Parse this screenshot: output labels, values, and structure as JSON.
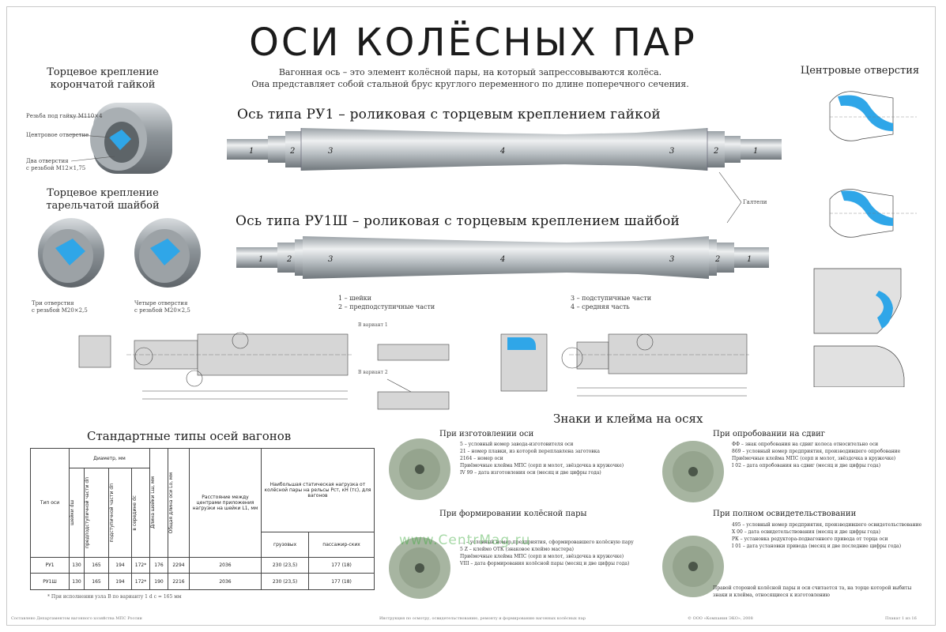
{
  "title": "ОСИ КОЛЁСНЫХ ПАР",
  "intro": {
    "line1": "Вагонная ось – это элемент колёсной пары, на который запрессовываются колёса.",
    "line2": "Она представляет собой стальной брус круглого переменного по длине поперечного сечения."
  },
  "left_top": {
    "heading1": "Торцевое крепление",
    "heading2": "корончатой гайкой",
    "callout1": "Резьба под гайку М110×4",
    "callout2": "Центровое отверстие",
    "callout3a": "Два отверстия",
    "callout3b": "с резьбой М12×1,75"
  },
  "left_mid": {
    "heading1": "Торцевое крепление",
    "heading2": "тарельчатой шайбой",
    "left_caption_a": "Три отверстия",
    "left_caption_b": "с резьбой М20×2,5",
    "right_caption_a": "Четыре отверстия",
    "right_caption_b": "с резьбой М20×2,5"
  },
  "axis1": {
    "title": "Ось типа РУ1 – роликовая с торцевым креплением гайкой"
  },
  "axis2": {
    "title": "Ось типа РУ1Ш – роликовая с торцевым креплением шайбой"
  },
  "shaft_parts": {
    "p1": "1",
    "p2": "2",
    "p3": "3",
    "p4": "4"
  },
  "galteli": "Галтели",
  "centers": {
    "heading": "Центровые отверстия"
  },
  "legend": {
    "l1": "1 – шейки",
    "l2": "2 – предподступичные части",
    "l3": "3 – подступичные части",
    "l4": "4 – средняя часть"
  },
  "variants": {
    "v1": "В вариант 1",
    "v2": "В вариант 2"
  },
  "marks": {
    "heading": "Знаки и клейма на осях",
    "manufacture": {
      "title": "При изготовлении оси",
      "items": [
        "5 – условный номер завода-изготовителя оси",
        "21 – номер плавки, из которой переплавлена заготовка",
        "2164 – номер оси",
        "Приёмочные клейма МПС (серп и молот, звёздочка в кружочке)",
        "IV 99 – дата изготовления оси (месяц и две цифры года)"
      ]
    },
    "forming": {
      "title": "При формировании колёсной пары",
      "items": [
        "… – условный номер предприятия, сформировавшего колёсную пару",
        "5 Z – клеймо ОТК (знаковое клеймо мастера)",
        "Приёмочные клейма МПС (серп и молот, звёздочка в кружочке)",
        "VIII – дата формирования колёсной пары (месяц и две цифры года)"
      ]
    },
    "check": {
      "title": "При опробовании на сдвиг",
      "items": [
        "ФФ – знак опробования на сдвиг колеса относительно оси",
        "869 – условный номер предприятия, производившего опробование",
        "Приёмочные клейма МПС (серп и молот, звёздочка в кружочке)",
        "I 02 – дата опробования на сдвиг (месяц и две цифры года)"
      ]
    },
    "full": {
      "title": "При полном освидетельствовании",
      "items": [
        "495 – условный номер предприятия, производившего освидетельствование",
        "X 00 – дата освидетельствования (месяц и две цифры года)",
        "РК – установка редуктора-подвагонного привода от торца оси",
        "I 01 – дата установки привода (месяц и две последние цифры года)"
      ],
      "note": "Правой стороной колёсной пары и оси считается та, на торце которой выбиты знаки и клейма, относящиеся к изготовлению"
    }
  },
  "table": {
    "heading": "Стандартные типы осей вагонов",
    "h_type": "Тип оси",
    "h_diam": "Диаметр, мм",
    "h_neck": "шейки dш",
    "h_pre": "предподступичной части dп",
    "h_sub": "подступичной части dп",
    "h_mid": "в середине dс",
    "h_len": "Длина шейки Lш, мм",
    "h_total": "Общая длина оси Lо, мм",
    "h_dist": "Расстояние между центрами приложения нагрузки на шейки L1, мм",
    "h_load": "Наибольшая статическая нагрузка от колёсной пары на рельсы Рст, кН (тс), для вагонов",
    "h_cargo": "грузовых",
    "h_pass": "пассажир-ских",
    "rows": [
      {
        "type": "РУ1",
        "neck": "130",
        "pre": "165",
        "sub": "194",
        "mid": "172*",
        "len": "176",
        "total": "2294",
        "dist": "2036",
        "cargo": "230 (23,5)",
        "pass": "177 (18)"
      },
      {
        "type": "РУ1Ш",
        "neck": "130",
        "pre": "165",
        "sub": "194",
        "mid": "172*",
        "len": "190",
        "total": "2216",
        "dist": "2036",
        "cargo": "230 (23,5)",
        "pass": "177 (18)"
      }
    ],
    "note": "* При исполнении узла В по варианту 1 d с = 165 мм"
  },
  "watermark": "www.CentrMag.ru",
  "footer": {
    "left": "Составлено Департаментом вагонного хозяйства МПС России",
    "center": "Инструкция по осмотру, освидетельствованию, ремонту и формированию вагонных колёсных пар",
    "right1": "© ООО «Компания ЭКО», 2008",
    "right2": "Плакат 1 из 16"
  },
  "colors": {
    "accent": "#2fa6e8",
    "steel": "#b8bec4",
    "hatch": "#d6d6d6"
  }
}
